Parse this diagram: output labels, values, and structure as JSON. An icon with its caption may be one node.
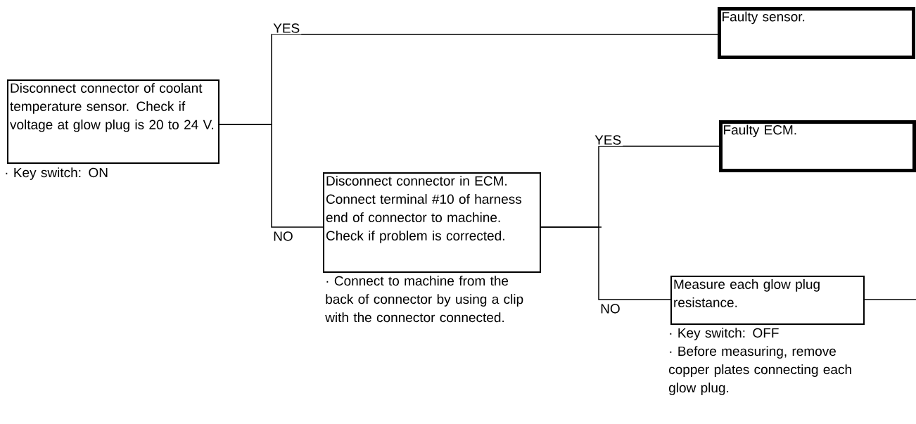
{
  "diagram": {
    "nodes": [
      {
        "text": [
          "Disconnect connector of coolant temperature sensor. Check if voltage at glow plug is 20 to 24 V."
        ],
        "beside": [
          "· Key switch: ON"
        ]
      },
      {
        "text": [
          "Faulty sensor."
        ]
      },
      {
        "text": [
          "Disconnect connector in ECM. Connect terminal #10 of harness end of connector to machine. Check if problem is corrected."
        ],
        "beside": [
          "· Connect to machine from the back of connector by using a clip with the connector connected."
        ]
      },
      {
        "text": [
          "Faulty ECM."
        ]
      },
      {
        "text": [
          "Measure each glow plug resistance."
        ],
        "beside": [
          "· Key switch: OFF",
          "· Before measuring, remove copper plates connecting each glow plug."
        ]
      }
    ],
    "edges": [
      {
        "from": 0,
        "to": 1,
        "arrow": "none",
        "label": "YES"
      },
      {
        "from": 0,
        "to": 2,
        "arrow": "none",
        "label": "NO"
      },
      {
        "from": 2,
        "to": 3,
        "arrow": "none",
        "label": "YES"
      },
      {
        "from": 2,
        "to": 4,
        "arrow": "none",
        "label": "NO"
      },
      {
        "from": 4,
        "to": null,
        "arrow": "none"
      }
    ]
  }
}
